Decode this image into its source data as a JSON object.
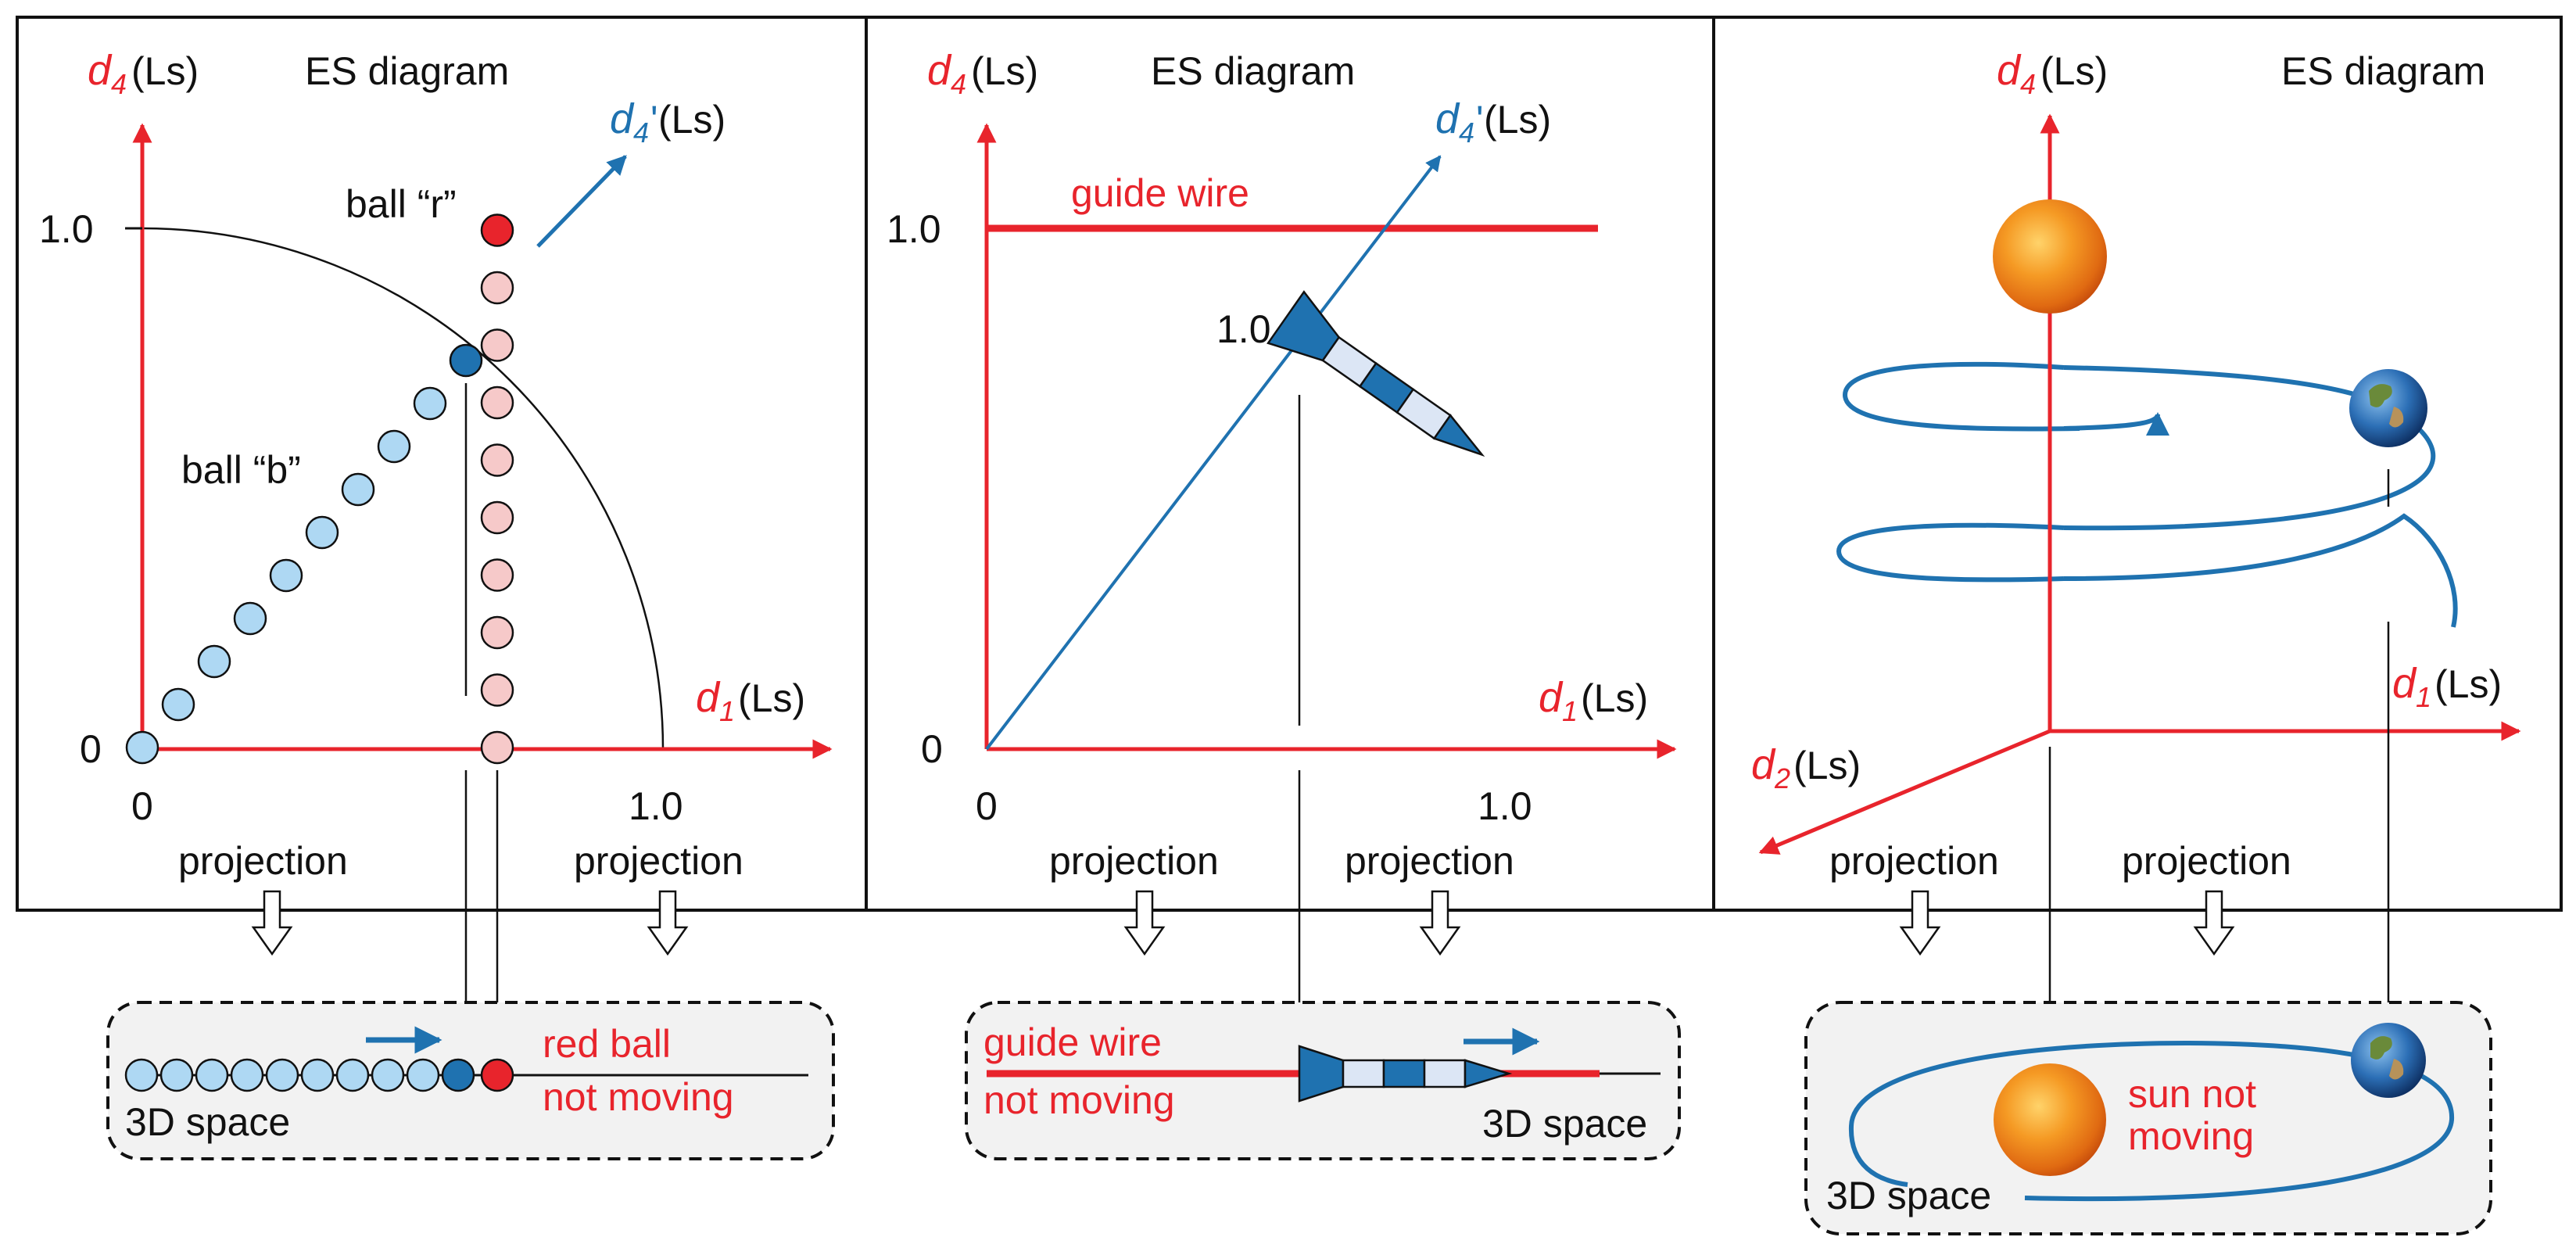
{
  "colors": {
    "axis_red": "#e8242c",
    "blue": "#1f72b0",
    "ball_light_blue": "#aed8f3",
    "ball_light_red": "#f6c9c9",
    "ball_red": "#e8242c",
    "ball_dark_blue": "#1f72b0",
    "box_fill": "#f2f2f2",
    "outline": "#111111"
  },
  "panel1": {
    "title": "ES diagram",
    "y_axis_var": "d",
    "y_axis_sub": "4",
    "y_axis_unit": " (Ls)",
    "x_axis_var": "d",
    "x_axis_sub": "1",
    "x_axis_unit": " (Ls)",
    "tilted_axis_var": "d",
    "tilted_axis_sub": "4",
    "tilted_axis_prime": "'",
    "tilted_axis_unit": " (Ls)",
    "tick_y_one": "1.0",
    "tick_y_zero": "0",
    "tick_x_zero": "0",
    "tick_x_one": "1.0",
    "ball_r_label": "ball “r”",
    "ball_b_label": "ball “b”",
    "projection_left": "projection",
    "projection_right": "projection",
    "space_label": "3D space",
    "red_ball_line1": "red ball",
    "red_ball_line2": "not moving"
  },
  "panel2": {
    "title": "ES diagram",
    "y_axis_var": "d",
    "y_axis_sub": "4",
    "y_axis_unit": " (Ls)",
    "x_axis_var": "d",
    "x_axis_sub": "1",
    "x_axis_unit": " (Ls)",
    "tilted_axis_var": "d",
    "tilted_axis_sub": "4",
    "tilted_axis_prime": "'",
    "tilted_axis_unit": " (Ls)",
    "tick_y_one": "1.0",
    "tick_y_zero": "0",
    "tick_x_zero": "0",
    "tick_x_one": "1.0",
    "guide_wire_label": "guide wire",
    "rocket_tick": "1.0",
    "projection_left": "projection",
    "projection_right": "projection",
    "box_guide_line1": "guide wire",
    "box_guide_line2": "not moving",
    "space_label": "3D space"
  },
  "panel3": {
    "title": "ES diagram",
    "y_axis_var": "d",
    "y_axis_sub": "4",
    "y_axis_unit": " (Ls)",
    "x_axis_var": "d",
    "x_axis_sub": "1",
    "x_axis_unit": " (Ls)",
    "z_axis_var": "d",
    "z_axis_sub": "2",
    "z_axis_unit": " (Ls)",
    "projection_left": "projection",
    "projection_right": "projection",
    "sun_line1": "sun not",
    "sun_line2": "moving",
    "space_label": "3D space"
  }
}
